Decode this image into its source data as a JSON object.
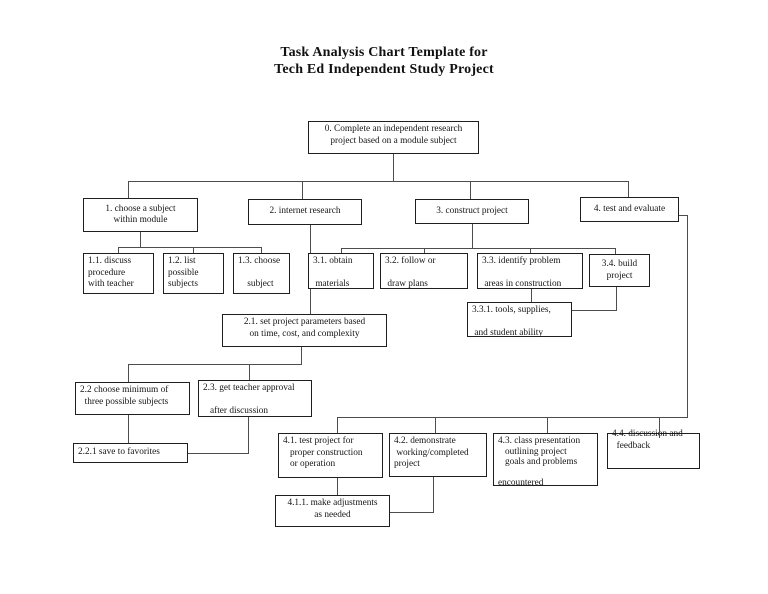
{
  "title": {
    "text": "Task Analysis Chart Template for\nTech Ed Independent Study Project"
  },
  "diagram": {
    "type": "task-analysis-flowchart",
    "nodes": {
      "n0": {
        "id": "0",
        "label": "0. Complete an independent research\nproject based on a module subject"
      },
      "n1": {
        "id": "1",
        "label": "1. choose a subject\nwithin module"
      },
      "n2": {
        "id": "2",
        "label": "2. internet research"
      },
      "n3": {
        "id": "3",
        "label": "3. construct project"
      },
      "n4": {
        "id": "4",
        "label": "4. test and evaluate"
      },
      "n11": {
        "id": "1.1",
        "label": "1.1. discuss\nprocedure\nwith teacher"
      },
      "n12": {
        "id": "1.2",
        "label": "1.2. list\npossible\nsubjects"
      },
      "n13": {
        "id": "1.3",
        "label": "1.3. choose\n\n    subject"
      },
      "n21": {
        "id": "2.1",
        "label": "2.1. set project parameters based\non time, cost, and complexity"
      },
      "n22": {
        "id": "2.2",
        "label": "2.2 choose minimum of\n  three possible subjects"
      },
      "n23": {
        "id": "2.3",
        "label": "2.3. get teacher approval\n\n   after discussion"
      },
      "n221": {
        "id": "2.2.1",
        "label": "2.2.1 save to favorites"
      },
      "n31": {
        "id": "3.1",
        "label": "3.1. obtain\n\n materials"
      },
      "n32": {
        "id": "3.2",
        "label": "3.2. follow or\n\n draw plans"
      },
      "n33": {
        "id": "3.3",
        "label": "3.3. identify problem\n\n areas in construction"
      },
      "n34": {
        "id": "3.4",
        "label": "3.4. build\nproject"
      },
      "n331": {
        "id": "3.3.1",
        "label": "3.3.1. tools, supplies,\n\n and student ability"
      },
      "n41": {
        "id": "4.1",
        "label": "4.1. test project for\n   proper construction\n   or operation"
      },
      "n42": {
        "id": "4.2",
        "label": "4.2. demonstrate\n working/completed\nproject"
      },
      "n43": {
        "id": "4.3",
        "label": "4.3. class presentation\n   outlining project\n   goals and problems\n\nencountered"
      },
      "n44": {
        "id": "4.4",
        "label": "4.4. discussion and\n  feedback"
      },
      "n411": {
        "id": "4.1.1",
        "label": "4.1.1. make adjustments\nas needed"
      }
    },
    "edges": [
      "0-1",
      "0-2",
      "0-3",
      "0-4",
      "1-1.1",
      "1-1.2",
      "1-1.3",
      "2-2.1",
      "2.1-2.2",
      "2.1-2.3",
      "2.2-2.2.1",
      "2.2.1-2.3",
      "3-3.1",
      "3-3.2",
      "3-3.3",
      "3-3.4",
      "3.3-3.3.1",
      "3.3.1-3.4",
      "4-4.1",
      "4-4.2",
      "4-4.3",
      "4-4.4",
      "4.1-4.1.1",
      "4.1.1-4.2"
    ],
    "colors": {
      "box_border": "#1f1f1f",
      "connector": "#4d4d4d",
      "background": "#ffffff"
    }
  }
}
